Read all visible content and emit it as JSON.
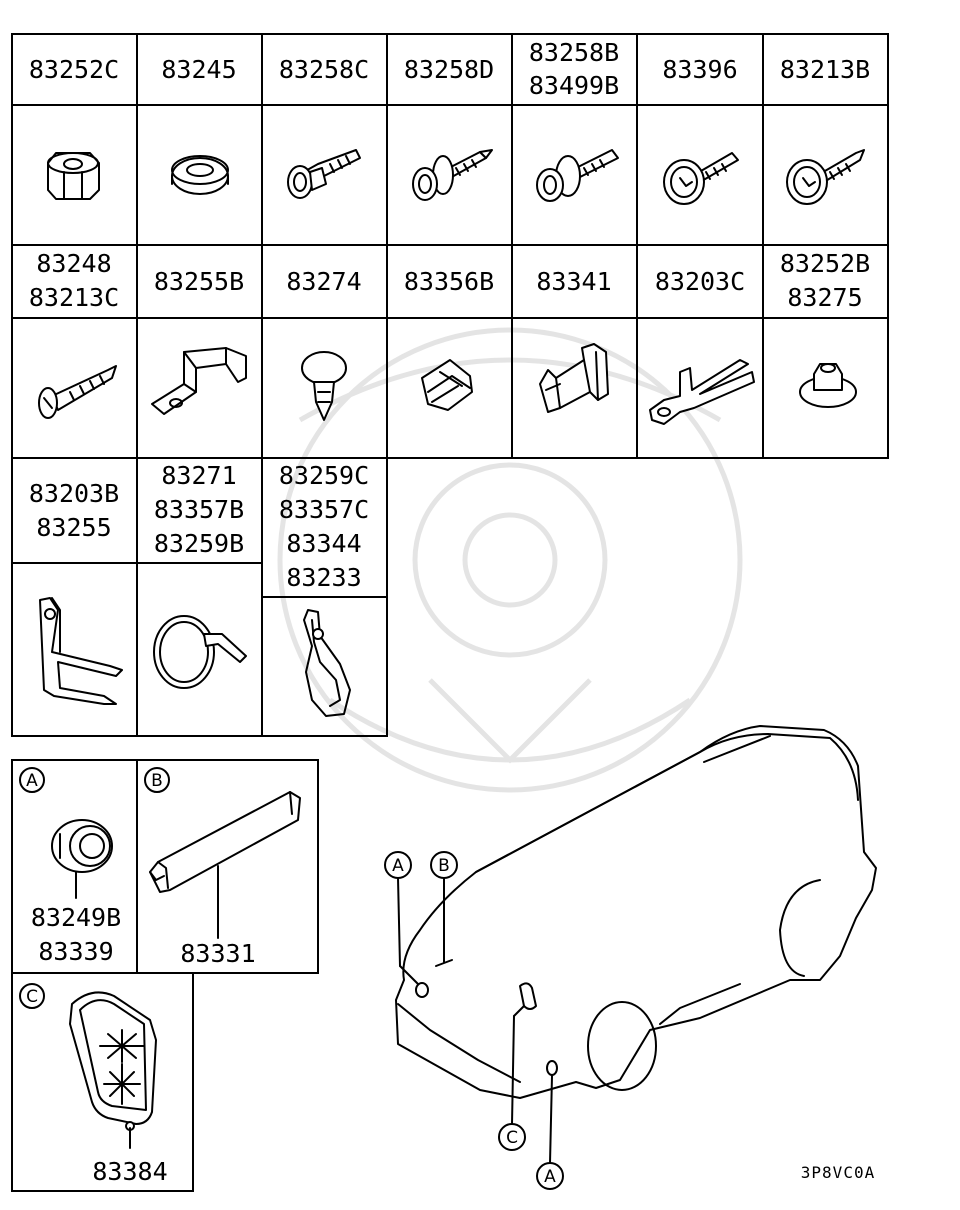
{
  "catalog_table": {
    "row1_headers": [
      "83252C",
      "83245",
      "83258C",
      "83258D",
      "83258B|83499B",
      "83396",
      "83213B"
    ],
    "row2_headers": [
      "83248|83213C",
      "83255B",
      "83274",
      "83356B",
      "83341",
      "83203C",
      "83252B|83275"
    ],
    "row3_headers": [
      "83203B|83255",
      "83271|83357B|83259B",
      "83259C|83357C|83344|83233"
    ]
  },
  "detail_panels": {
    "a": {
      "marker": "A",
      "parts": [
        "83249B",
        "83339"
      ]
    },
    "b": {
      "marker": "B",
      "parts": [
        "83331"
      ]
    },
    "c": {
      "marker": "C",
      "parts": [
        "83384"
      ]
    }
  },
  "vehicle_callouts": [
    "A",
    "B",
    "C",
    "A"
  ],
  "diagram_code": "3P8VC0A"
}
